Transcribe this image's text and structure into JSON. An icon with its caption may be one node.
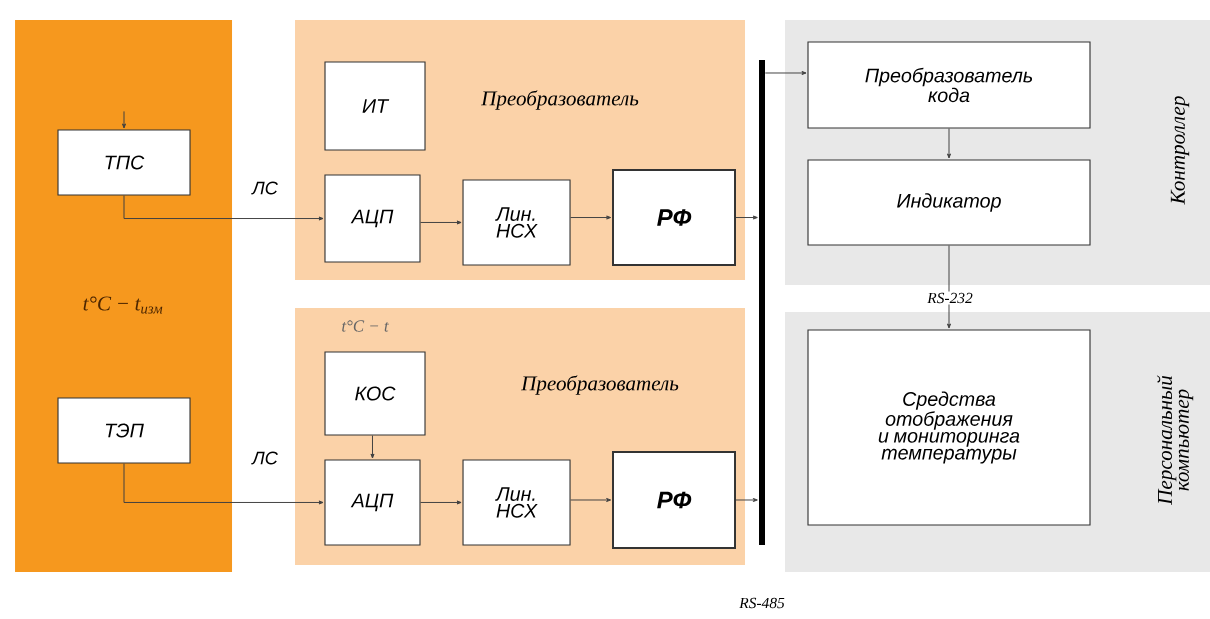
{
  "diagram": {
    "nodes": [
      {
        "text": [
          "t°C − t$_{изм}$"
        ]
      },
      {
        "text": [
          "ТПС"
        ],
        "in": 0
      },
      {
        "text": [
          "ТЭП"
        ],
        "in": 0
      },
      {
        "text": [
          "Преобразователь"
        ]
      },
      {
        "text": [
          "ИТ"
        ],
        "in": 3
      },
      {
        "text": [
          "АЦП"
        ],
        "in": 3
      },
      {
        "text": [
          "Лин. НСХ"
        ],
        "in": 3
      },
      {
        "text": [
          "РФ"
        ],
        "in": 3
      },
      {
        "text": [
          "Преобразователь"
        ]
      },
      {
        "text": [
          "КОС"
        ],
        "in": 8
      },
      {
        "text": [
          "АЦП"
        ],
        "in": 8
      },
      {
        "text": [
          "Лин. НСХ"
        ],
        "in": 8
      },
      {
        "text": [
          "РФ"
        ],
        "in": 8
      },
      {
        "text": [],
        "shape": "bar",
        "beside": [
          "RS-485"
        ]
      },
      {
        "text": [
          "Контроллер"
        ]
      },
      {
        "text": [
          "Преобразователь кода"
        ],
        "in": 14
      },
      {
        "text": [
          "Индикатор"
        ],
        "in": 14
      },
      {
        "text": [
          "Персональный компьютер"
        ]
      },
      {
        "text": [
          "Средства отображения и мониторинга температуры"
        ],
        "in": 17
      }
    ],
    "edges": [
      {
        "from": null,
        "to": 1,
        "arrow": "to"
      },
      {
        "from": 1,
        "to": 5,
        "arrow": "to",
        "label": "ЛС"
      },
      {
        "from": 2,
        "to": 10,
        "arrow": "to",
        "label": "ЛС"
      },
      {
        "from": 5,
        "to": 6,
        "arrow": "to"
      },
      {
        "from": 6,
        "to": 7,
        "arrow": "to"
      },
      {
        "from": 7,
        "to": 13,
        "arrow": "to"
      },
      {
        "from": 9,
        "to": 10,
        "arrow": "to"
      },
      {
        "from": 10,
        "to": 11,
        "arrow": "to"
      },
      {
        "from": 11,
        "to": 12,
        "arrow": "to"
      },
      {
        "from": 12,
        "to": 13,
        "arrow": "to"
      },
      {
        "from": 13,
        "to": 15,
        "arrow": "to"
      },
      {
        "from": 15,
        "to": 16,
        "arrow": "to"
      },
      {
        "from": 16,
        "to": 18,
        "arrow": "to",
        "label": "RS-232"
      }
    ],
    "labels": [
      "t°C − t"
    ]
  }
}
